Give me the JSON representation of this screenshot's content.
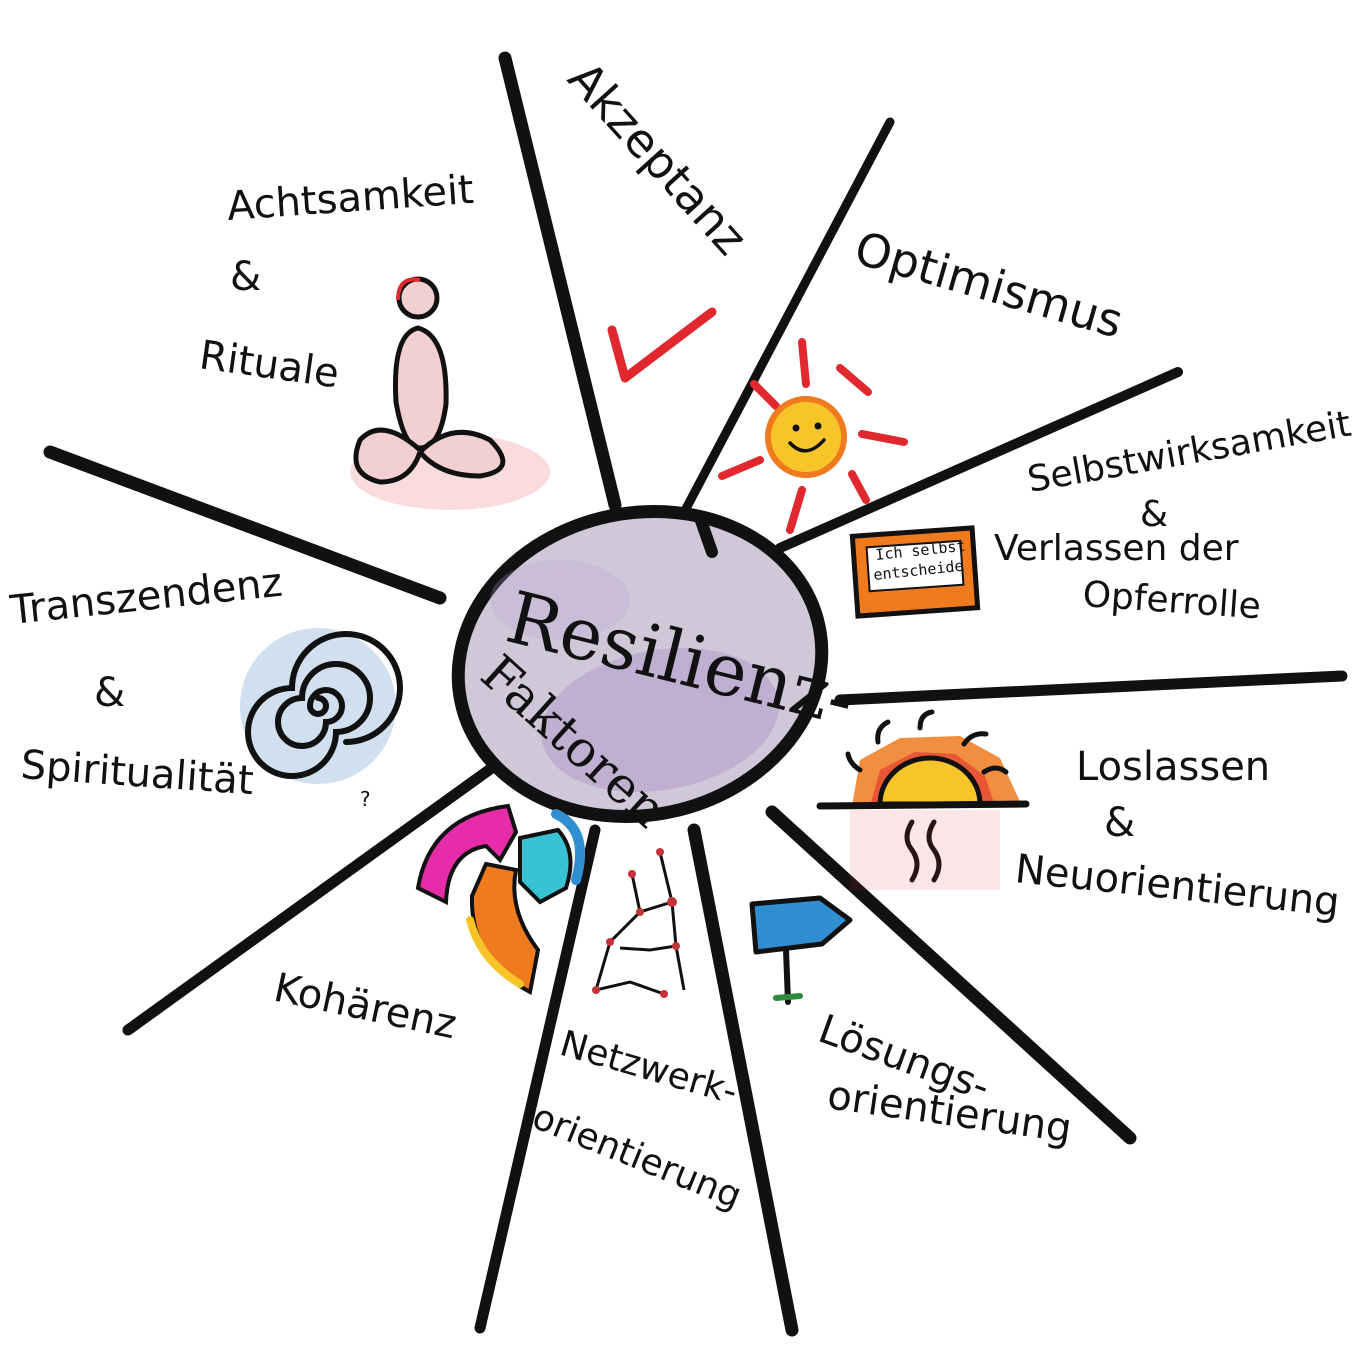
{
  "center": {
    "title": "Resilienz-",
    "subtitle": "Faktoren"
  },
  "factors": [
    {
      "id": "akzeptanz",
      "lines": [
        "Akzeptanz"
      ],
      "icon": "checkmark-icon"
    },
    {
      "id": "optimismus",
      "lines": [
        "Optimismus"
      ],
      "icon": "sun-icon"
    },
    {
      "id": "selbstwirksamkeit",
      "lines": [
        "Selbstwirksamkeit",
        "&",
        "Verlassen der",
        "Opferrolle"
      ],
      "icon": "sign-icon"
    },
    {
      "id": "loslassen",
      "lines": [
        "Loslassen",
        "&",
        "Neuorientierung"
      ],
      "icon": "sunset-icon"
    },
    {
      "id": "loesungsorientierung",
      "lines": [
        "Lösungs-",
        "orientierung"
      ],
      "icon": "signpost-icon"
    },
    {
      "id": "netzwerkorientierung",
      "lines": [
        "Netzwerk-",
        "orientierung"
      ],
      "icon": "network-icon"
    },
    {
      "id": "kohaerenz",
      "lines": [
        "Kohärenz"
      ],
      "icon": "circular-arrows-icon"
    },
    {
      "id": "transzendenz",
      "lines": [
        "Transzendenz",
        "&",
        "Spiritualität"
      ],
      "icon": "spiral-icon"
    },
    {
      "id": "achtsamkeit",
      "lines": [
        "Achtsamkeit",
        "&",
        "Rituale"
      ],
      "icon": "meditation-figure-icon"
    }
  ],
  "sign_text": [
    "Ich selbst",
    "entscheide"
  ],
  "spiral_mark": "?",
  "colors": {
    "ink": "#111111",
    "center_fill": "#cfc8d8",
    "center_tint": "#9a6fbf",
    "red": "#e0282e",
    "orange": "#f07a1e",
    "yellow": "#f7c52a",
    "magenta": "#e62ca8",
    "cyan": "#38c2d4",
    "blue": "#2f8fd0",
    "spiral_blue": "#a9c6e2"
  }
}
